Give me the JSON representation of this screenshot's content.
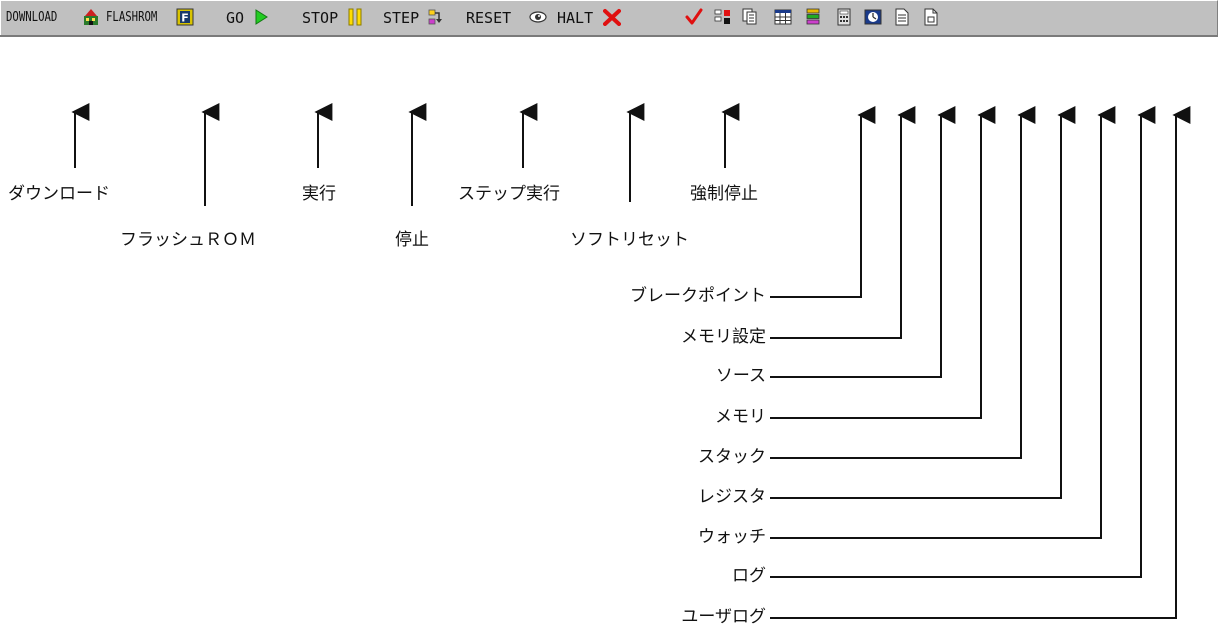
{
  "toolbar": {
    "download": "DOWNLOAD",
    "flashrom": "FLASHROM",
    "go": "GO",
    "stop": "STOP",
    "step": "STEP",
    "reset": "RESET",
    "halt": "HALT"
  },
  "icons": {
    "download": "download-icon",
    "flashrom": "flashrom-icon",
    "go": "play-icon",
    "stop": "pause-icon",
    "step": "step-icon",
    "reset": "eye-reset-icon",
    "halt": "x-icon",
    "breakpoint": "check-icon",
    "memory_setting": "memory-setting-icon",
    "source": "source-icon",
    "memory": "memory-grid-icon",
    "stack": "stack-icon",
    "register": "calculator-icon",
    "watch": "watch-icon",
    "log": "log-icon",
    "user_log": "user-log-icon"
  },
  "labels": {
    "download": "ダウンロード",
    "flashrom": "フラッシュＲＯＭ",
    "go": "実行",
    "stop": "停止",
    "step": "ステップ実行",
    "reset": "ソフトリセット",
    "halt": "強制停止",
    "breakpoint": "ブレークポイント",
    "memory_setting": "メモリ設定",
    "source": "ソース",
    "memory": "メモリ",
    "stack": "スタック",
    "register": "レジスタ",
    "watch": "ウォッチ",
    "log": "ログ",
    "user_log": "ユーザログ"
  },
  "colors": {
    "toolbar_bg": "#c0c0c0",
    "go_green": "#22cc22",
    "stop_yellow": "#ffdd00",
    "halt_red": "#e01010",
    "check_red": "#e01010"
  }
}
